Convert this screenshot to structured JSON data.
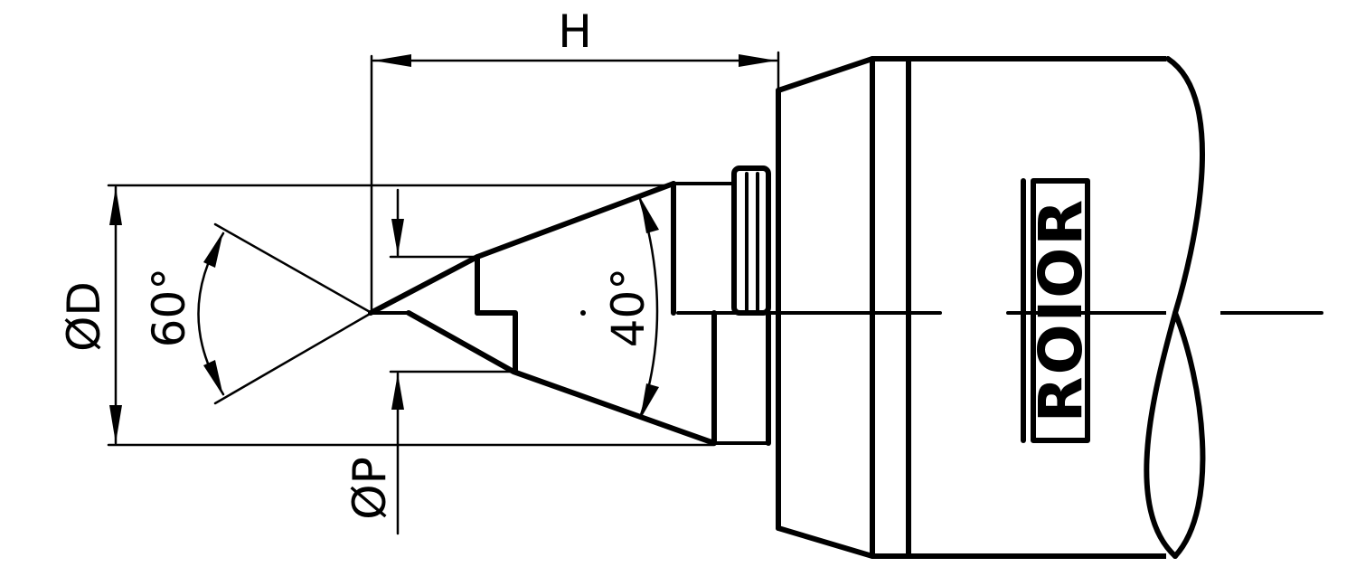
{
  "labels": {
    "height": "H",
    "diameter_d": "ØD",
    "diameter_p": "ØP",
    "angle_60": "60°",
    "angle_40": "40°"
  },
  "logo": {
    "text": "ROIOR"
  },
  "colors": {
    "ink": "#000000",
    "paper": "#ffffff"
  }
}
